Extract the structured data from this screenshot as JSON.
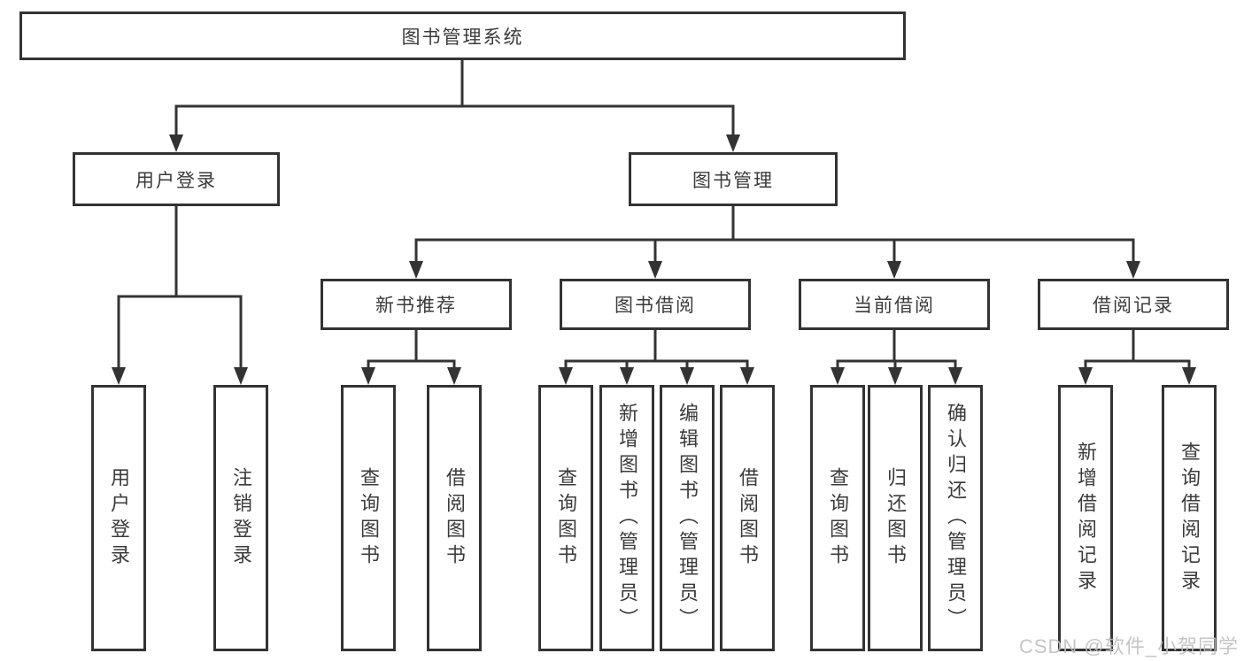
{
  "diagram": {
    "root": "图书管理系统",
    "level2": [
      "用户登录",
      "图书管理"
    ],
    "level3": [
      "新书推荐",
      "图书借阅",
      "当前借阅",
      "借阅记录"
    ],
    "leaves_user_login": [
      "用户登录",
      "注销登录"
    ],
    "leaves_new_book": [
      "查询图书",
      "借阅图书"
    ],
    "leaves_book_borrow": [
      "查询图书",
      "新增图书（管理员）",
      "编辑图书（管理员）",
      "借阅图书"
    ],
    "leaves_current_borrow": [
      "查询图书",
      "归还图书",
      "确认归还（管理员）"
    ],
    "leaves_borrow_records": [
      "新增借阅记录",
      "查询借阅记录"
    ]
  },
  "watermark": "CSDN @软件_小贺同学",
  "colors": {
    "line": "#333333",
    "box_border": "#333333",
    "text": "#3b3b3b",
    "watermark": "#bfbfbf",
    "background": "#ffffff"
  }
}
